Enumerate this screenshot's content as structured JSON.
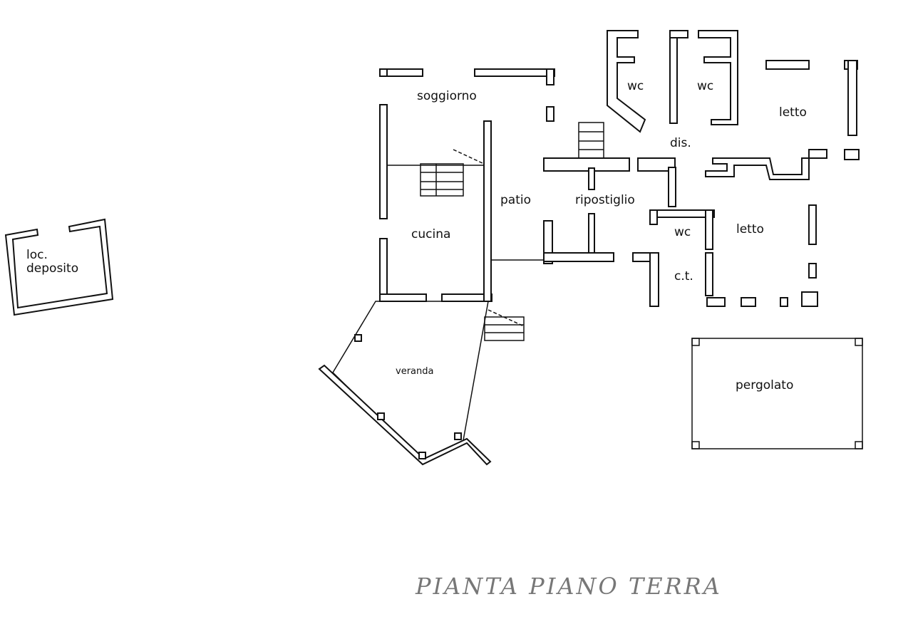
{
  "title": "PIANTA PIANO TERRA",
  "rooms": {
    "soggiorno": "soggiorno",
    "cucina": "cucina",
    "patio": "patio",
    "ripostiglio": "ripostiglio",
    "wc1": "wc",
    "wc2": "wc",
    "wc3": "wc",
    "dis": "dis.",
    "letto1": "letto",
    "letto2": "letto",
    "ct": "c.t.",
    "veranda": "veranda",
    "pergolato": "pergolato",
    "deposito_1": "loc.",
    "deposito_2": "deposito"
  }
}
